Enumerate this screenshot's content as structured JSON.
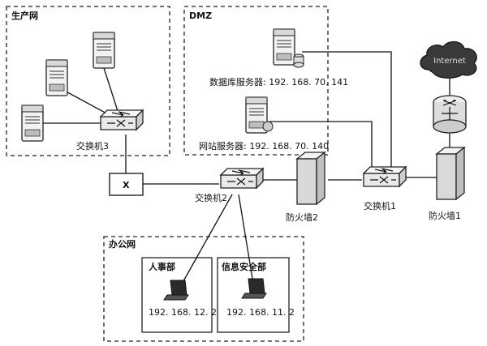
{
  "zones": {
    "production": "生产网",
    "dmz": "DMZ",
    "office": "办公网",
    "hr": "人事部",
    "infosec": "信息安全部"
  },
  "nodes": {
    "db_server_label": "数据库服务器: 192. 168. 70. 141",
    "web_server_label": "网站服务器: 192. 168. 70. 140",
    "switch1": "交换机1",
    "switch2": "交换机2",
    "switch3": "交换机3",
    "firewall1": "防火墙1",
    "firewall2": "防火墙2",
    "x_device": "X",
    "internet": "Internet",
    "hr_ip": "192. 168. 12. 2",
    "infosec_ip": "192. 168. 11. 2"
  }
}
